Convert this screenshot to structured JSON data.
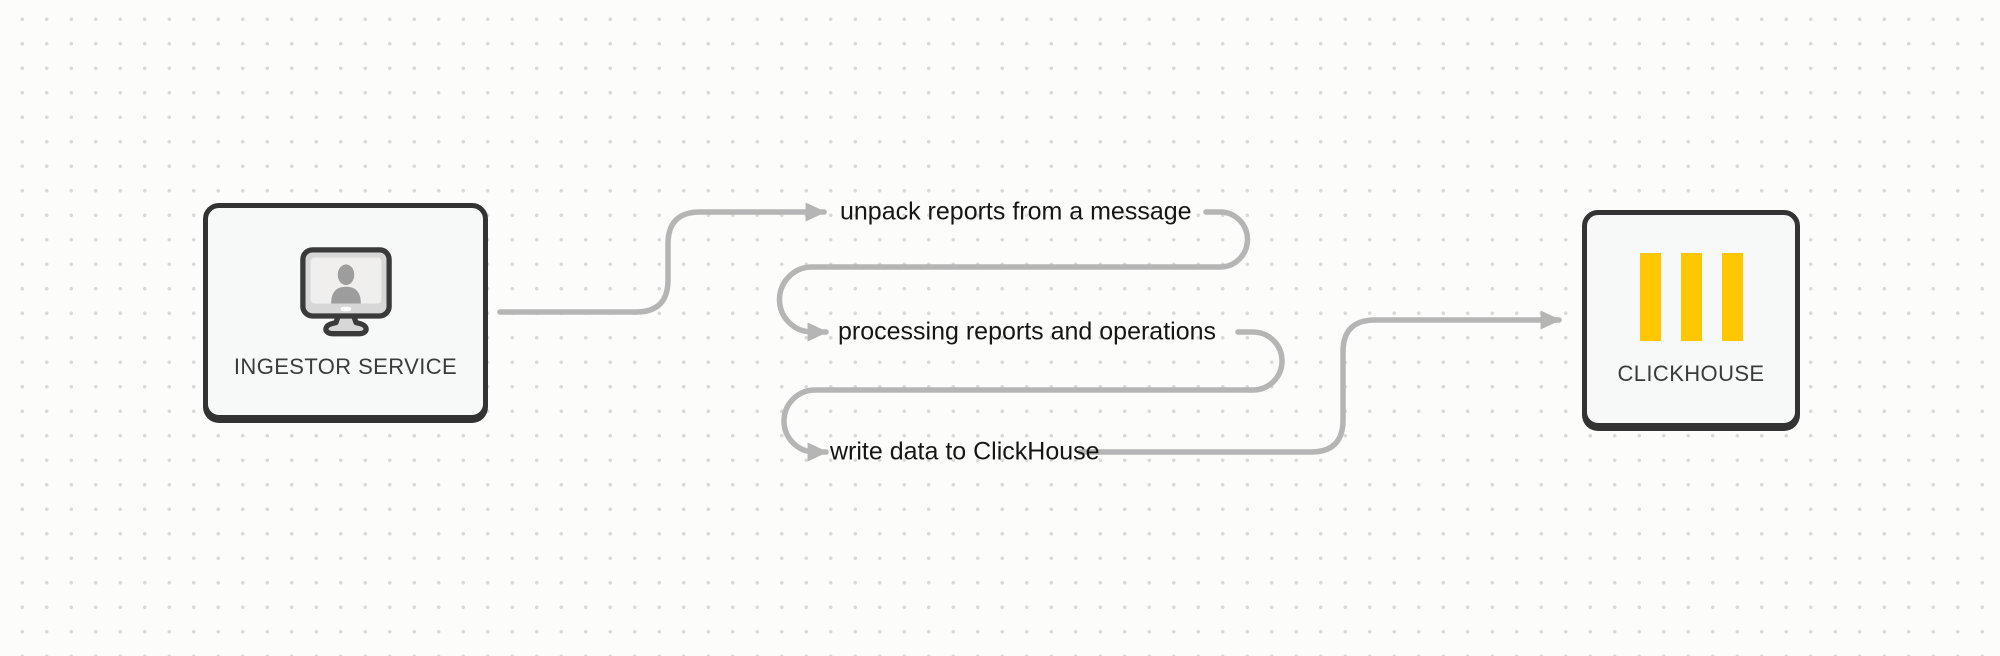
{
  "diagram": {
    "nodes": {
      "ingestor": {
        "label": "INGESTOR SERVICE",
        "icon": "monitor-user-icon"
      },
      "clickhouse": {
        "label": "CLICKHOUSE",
        "icon": "clickhouse-logo-icon"
      }
    },
    "steps": [
      {
        "label": "unpack reports from a message"
      },
      {
        "label": "processing reports and operations"
      },
      {
        "label": "write data to ClickHouse"
      }
    ],
    "colors": {
      "canvas_bg": "#fcfcfb",
      "dot_grid": "#d9d9d9",
      "connector": "#b5b5b5",
      "node_border": "#333333",
      "node_fill": "#f7f8f8",
      "node_text": "#3b3b3b",
      "step_text": "#161616",
      "clickhouse_yellow": "#ffc700"
    }
  }
}
